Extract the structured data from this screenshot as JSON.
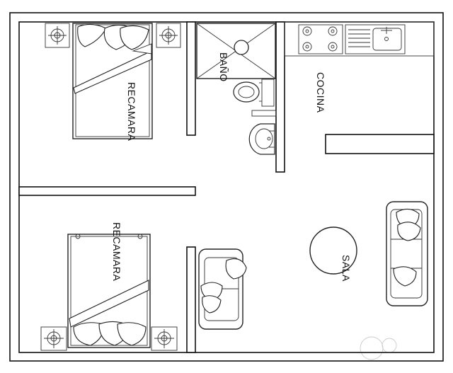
{
  "rooms": {
    "bedroom_top": "RECAMARA",
    "bedroom_bottom": "RECAMARA",
    "bathroom": "BAÑO",
    "kitchen": "COCINA",
    "living": "SALA"
  }
}
